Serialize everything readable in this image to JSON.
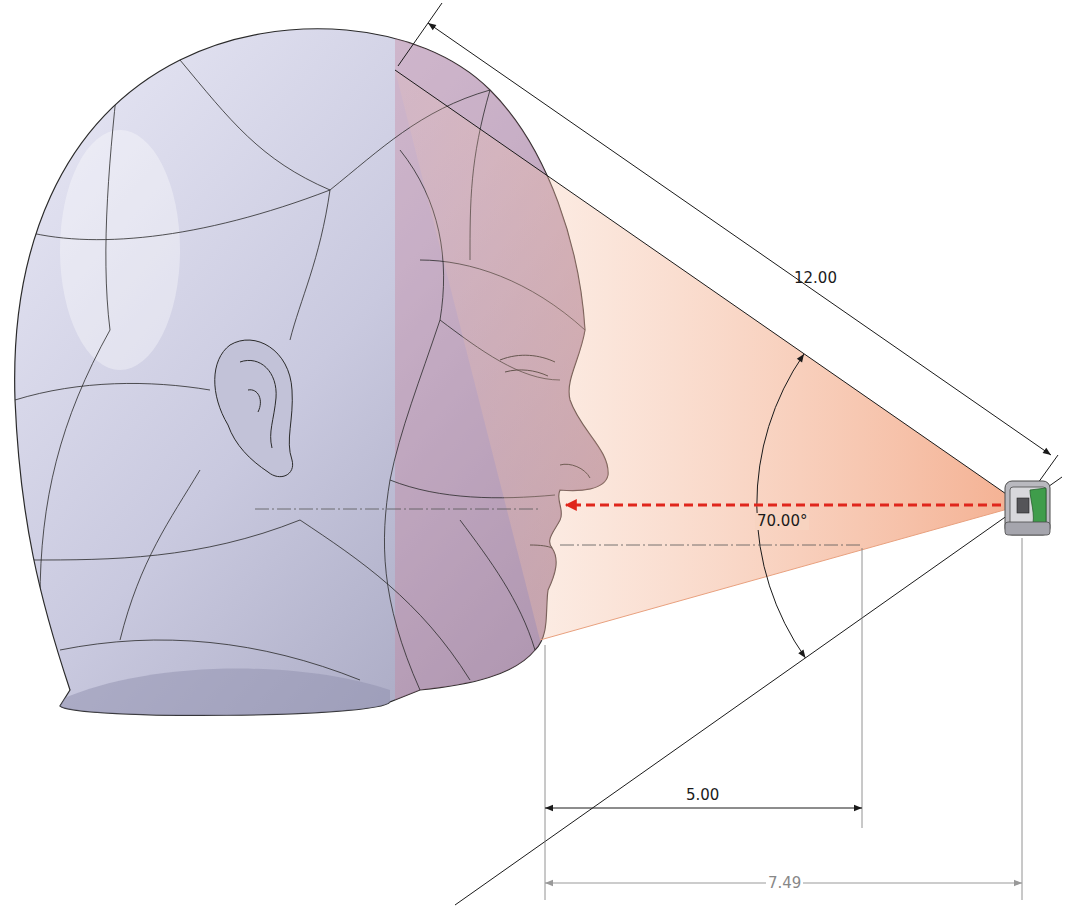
{
  "diagram": {
    "labels": [
      "12.00",
      "70.00°",
      "5.00",
      "7.49"
    ]
  }
}
